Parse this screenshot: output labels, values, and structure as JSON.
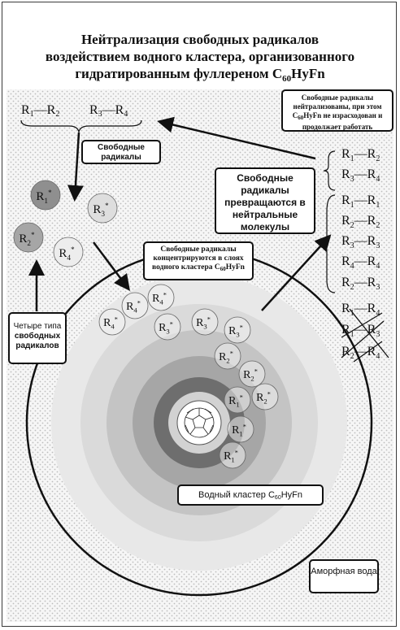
{
  "title": {
    "line1": "Нейтрализация свободных радикалов",
    "line2": "воздействием водного кластера, организованного",
    "line3_main": "гидратированным фуллереном С",
    "line3_sub": "60",
    "line3_tail": "HyFn"
  },
  "top_pairs": {
    "left": "R1—R2",
    "right": "R3—R4"
  },
  "labels": {
    "free_radicals": "Свободные радикалы",
    "four_types_line1": "Четыре типа",
    "four_types_line2": "свободных радикалов",
    "concentrate_main": "Свободные радикалы концентрируются в слоях водного кластера С",
    "concentrate_sub": "60",
    "concentrate_tail": "HyFn",
    "become_neutral": "Свободные радикалы превращаются в нейтральные молекулы",
    "neutralized_pre": "Свободные радикалы нейтрализованы, при этом С",
    "neutralized_sub": "60",
    "neutralized_tail": "HyFn не израсходован и продолжает работать",
    "water_cluster_main": "Водный кластер С",
    "water_cluster_sub": "60",
    "water_cluster_tail": "HyFn",
    "amorphous_water": "Аморфная вода"
  },
  "free_radicals": [
    {
      "label": "R1*",
      "shade": "#8f8f8f"
    },
    {
      "label": "R2*",
      "shade": "#a6a6a6"
    },
    {
      "label": "R3*",
      "shade": "#dedede"
    },
    {
      "label": "R4*",
      "shade": "#ededed"
    }
  ],
  "shell_radicals": [
    "R4*",
    "R4*",
    "R4*",
    "R3*",
    "R3*",
    "R3*",
    "R2*",
    "R2*",
    "R2*",
    "R1*",
    "R1*",
    "R1*"
  ],
  "right_pairs": [
    "R1—R2",
    "R3—R4",
    "R1—R1",
    "R2—R2",
    "R3—R3",
    "R4—R4",
    "R2—R3",
    "R1—R4",
    "R1—R3",
    "R2—R4"
  ],
  "colors": {
    "ring_light": "#e8e8e8",
    "ring_mid": "#cbcbcb",
    "ring_darker": "#a8a8a8",
    "ring_dark": "#6e6e6e",
    "ring_core": "#d2d2d2",
    "dots_background": "#c9c9c9"
  },
  "icons": {
    "fullerene": "fullerene-c60-icon"
  }
}
